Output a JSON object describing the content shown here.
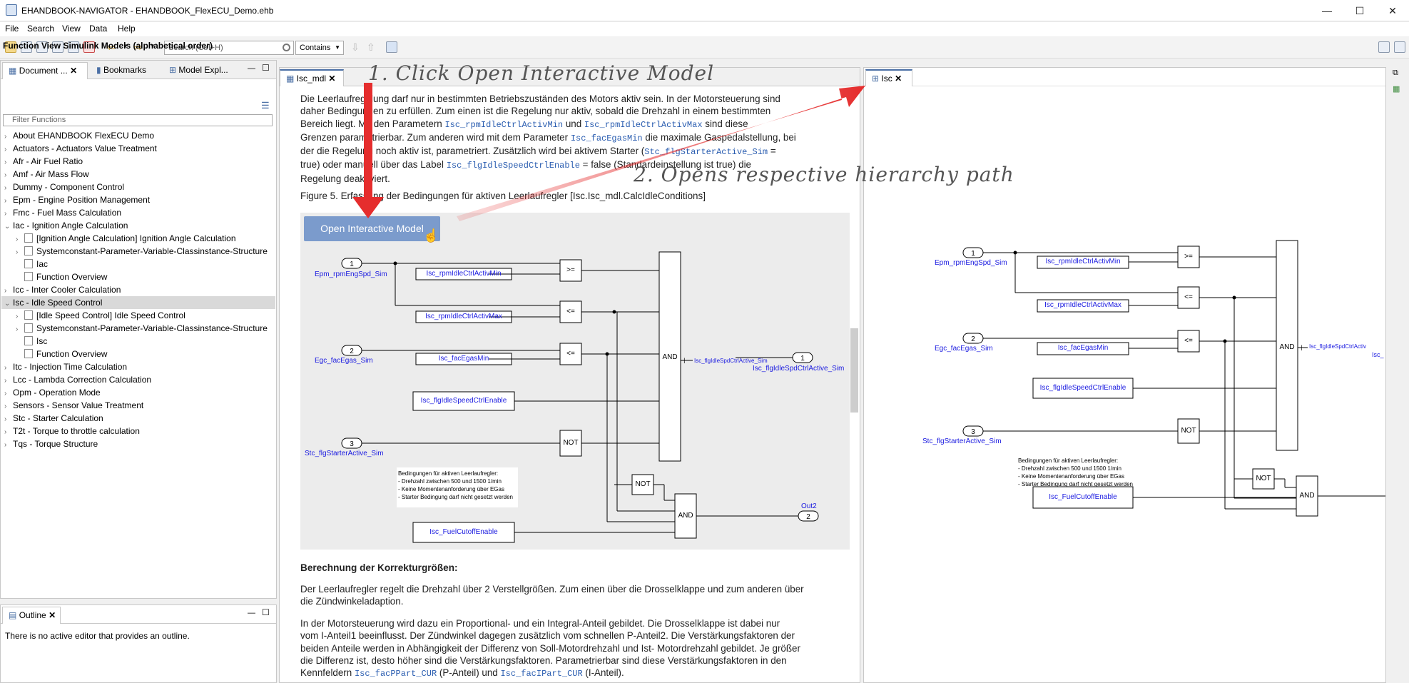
{
  "window": {
    "title": "EHANDBOOK-NAVIGATOR - EHANDBOOK_FlexECU_Demo.ehb",
    "minimize": "—",
    "maximize": "☐",
    "close": "✕"
  },
  "menu": [
    "File",
    "Search",
    "View",
    "Data",
    "Help"
  ],
  "toolbar": {
    "search_placeholder": "Search (Ctrl+H)",
    "match_mode": "Contains"
  },
  "left": {
    "tabs": [
      "Document ...",
      "Bookmarks",
      "Model Expl..."
    ],
    "header": "Function View Simulink Models (alphabetical order)",
    "filter_placeholder": "Filter Functions",
    "tree": [
      {
        "label": "About EHANDBOOK FlexECU Demo",
        "level": 0,
        "chev": "›"
      },
      {
        "label": "Actuators - Actuators Value Treatment",
        "level": 0,
        "chev": "›"
      },
      {
        "label": "Afr - Air Fuel Ratio",
        "level": 0,
        "chev": "›"
      },
      {
        "label": "Amf - Air Mass Flow",
        "level": 0,
        "chev": "›"
      },
      {
        "label": "Dummy - Component Control",
        "level": 0,
        "chev": "›"
      },
      {
        "label": "Epm - Engine Position Management",
        "level": 0,
        "chev": "›"
      },
      {
        "label": "Fmc - Fuel Mass Calculation",
        "level": 0,
        "chev": "›"
      },
      {
        "label": "Iac - Ignition Angle Calculation",
        "level": 0,
        "chev": "⌄"
      },
      {
        "label": "[Ignition Angle Calculation] Ignition Angle Calculation",
        "level": 1,
        "chev": "›"
      },
      {
        "label": "Systemconstant-Parameter-Variable-Classinstance-Structure",
        "level": 1,
        "chev": "›"
      },
      {
        "label": "Iac",
        "level": 1,
        "chev": ""
      },
      {
        "label": "Function Overview",
        "level": 1,
        "chev": ""
      },
      {
        "label": "Icc - Inter Cooler Calculation",
        "level": 0,
        "chev": "›"
      },
      {
        "label": "Isc - Idle Speed Control",
        "level": 0,
        "chev": "⌄",
        "selected": true
      },
      {
        "label": "[Idle Speed Control] Idle Speed Control",
        "level": 1,
        "chev": "›"
      },
      {
        "label": "Systemconstant-Parameter-Variable-Classinstance-Structure",
        "level": 1,
        "chev": "›"
      },
      {
        "label": "Isc",
        "level": 1,
        "chev": ""
      },
      {
        "label": "Function Overview",
        "level": 1,
        "chev": ""
      },
      {
        "label": "Itc - Injection Time Calculation",
        "level": 0,
        "chev": "›"
      },
      {
        "label": "Lcc - Lambda Correction Calculation",
        "level": 0,
        "chev": "›"
      },
      {
        "label": "Opm - Operation Mode",
        "level": 0,
        "chev": "›"
      },
      {
        "label": "Sensors - Sensor Value Treatment",
        "level": 0,
        "chev": "›"
      },
      {
        "label": "Stc - Starter Calculation",
        "level": 0,
        "chev": "›"
      },
      {
        "label": "T2t - Torque to throttle calculation",
        "level": 0,
        "chev": "›"
      },
      {
        "label": "Tqs - Torque Structure",
        "level": 0,
        "chev": "›"
      }
    ]
  },
  "outline": {
    "tab": "Outline",
    "message": "There is no active editor that provides an outline."
  },
  "editor": {
    "tab": "Isc_mdl",
    "para1": [
      {
        "t": "Die Leerlaufregelung darf nur in bestimmten Betriebszuständen des Motors aktiv sein. In der Motorsteuerung sind"
      },
      {
        "t": "daher Bedingungen zu erfüllen. Zum einen ist die Regelung nur aktiv, sobald die Drehzahl in einem bestimmten"
      },
      {
        "t": "Bereich liegt. Mit den Parametern ",
        "c1": "Isc_rpmIdleCtrlActivMin",
        "t2": " und ",
        "c2": "Isc_rpmIdleCtrlActivMax",
        "t3": " sind diese"
      },
      {
        "t": "Grenzen parametrierbar. Zum anderen wird mit dem Parameter ",
        "c1": "Isc_facEgasMin",
        "t2": " die maximale Gaspedalstellung, bei"
      },
      {
        "t": "der die Regelung noch aktiv ist, parametriert. Zusätzlich wird bei aktivem Starter (",
        "c1": "Stc_flgStarterActive_Sim",
        "t2": " ="
      },
      {
        "t": "true) oder manuell über das Label ",
        "c1": "Isc_flgIdleSpeedCtrlEnable",
        "t2": " = false (Standardeinstellung ist true) die"
      },
      {
        "t": "Regelung deaktiviert."
      }
    ],
    "figure_caption": "Figure 5. Erfassung der Bedingungen für aktiven Leerlaufregler [Isc.Isc_mdl.CalcIdleConditions]",
    "open_button": "Open Interactive Model",
    "section_heading": "Berechnung der Korrekturgrößen:",
    "para2": [
      "Der Leerlaufregler regelt die Drehzahl über 2 Verstellgrößen. Zum einen über die Drosselklappe und zum anderen über",
      "die Zündwinkeladaption."
    ],
    "para3": [
      {
        "t": "In der Motorsteuerung wird dazu ein Proportional- und ein Integral-Anteil gebildet. Die Drosselklappe ist dabei nur"
      },
      {
        "t": "vom I-Anteil1 beeinflusst. Der Zündwinkel dagegen zusätzlich vom schnellen P-Anteil2. Die Verstärkungsfaktoren der"
      },
      {
        "t": "beiden Anteile werden in Abhängigkeit der Differenz von Soll-Motordrehzahl und Ist- Motordrehzahl gebildet. Je größer"
      },
      {
        "t": "die Differenz ist, desto höher sind die Verstärkungsfaktoren. Parametrierbar sind diese Verstärkungsfaktoren in den"
      },
      {
        "t": "Kennfeldern ",
        "c1": "Isc_facPPart_CUR",
        "t2": " (P-Anteil) und ",
        "c2": "Isc_facIPart_CUR",
        "t3": " (I-Anteil)."
      }
    ]
  },
  "model_tab": "Isc",
  "annotations": {
    "step1": "1. Click Open Interactive Model",
    "step2": "2. Opens respective hierarchy path"
  },
  "diagram": {
    "inports": [
      "Epm_rpmEngSpd_Sim",
      "Egc_facEgas_Sim",
      "Stc_flgStarterActive_Sim"
    ],
    "params": [
      "Isc_rpmIdleCtrlActivMin",
      "Isc_rpmIdleCtrlActivMax",
      "Isc_facEgasMin",
      "Isc_flgIdleSpeedCtrlEnable",
      "Isc_FuelCutoffEnable"
    ],
    "ops": [
      ">=",
      "<=",
      "<=",
      "NOT",
      "AND"
    ],
    "outport1": "Isc_flgIdleSpdCtrlActive_Sim",
    "outport1_tag": "Isc_flgIdleSpdCtrlActive_Sim",
    "outport2": "Out2",
    "note": [
      "Bedingungen für aktiven Leerlaufregler:",
      "- Drehzahl zwischen 500 und 1500 1/min",
      "- Keine Momentenanforderung über EGas",
      "- Starter Bedingung darf nicht gesetzt werden"
    ],
    "right_tag": "Isc_flgIdleSpdCtrlActiv",
    "right_tag2": "Isc_"
  }
}
